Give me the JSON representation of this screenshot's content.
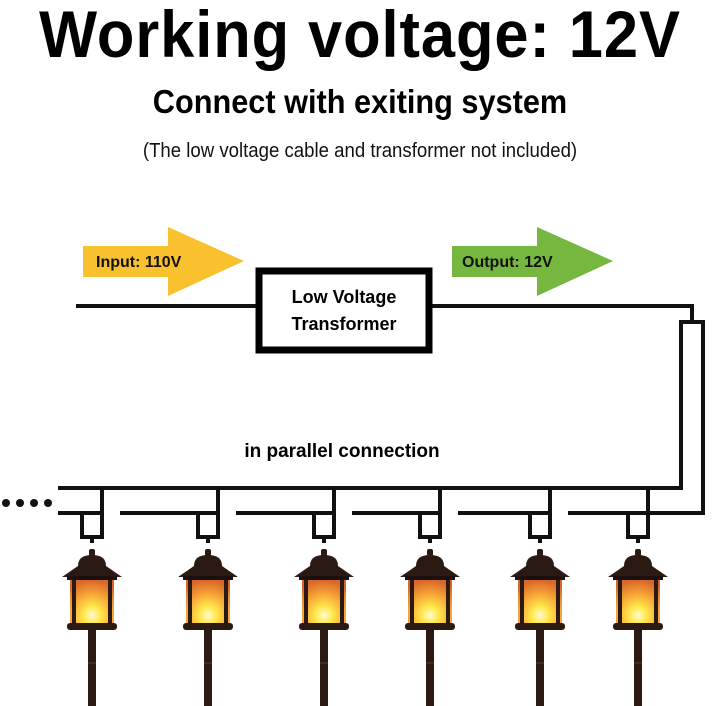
{
  "header": {
    "title": "Working voltage: 12V",
    "subtitle": "Connect with exiting system",
    "note": "(The low voltage cable and transformer not included)"
  },
  "diagram": {
    "input_arrow": {
      "label": "Input: 110V",
      "color": "#F9C12E"
    },
    "output_arrow": {
      "label": "Output: 12V",
      "color": "#76B83F"
    },
    "transformer": {
      "line1": "Low Voltage",
      "line2": "Transformer"
    },
    "connection_label": "in parallel connection",
    "continuation": "••••",
    "lamp_count": 6,
    "colors": {
      "wire": "#111111",
      "lamp_body": "#2b1a14",
      "flame_top": "#e87b2a",
      "flame_bottom": "#ffe84a"
    }
  }
}
